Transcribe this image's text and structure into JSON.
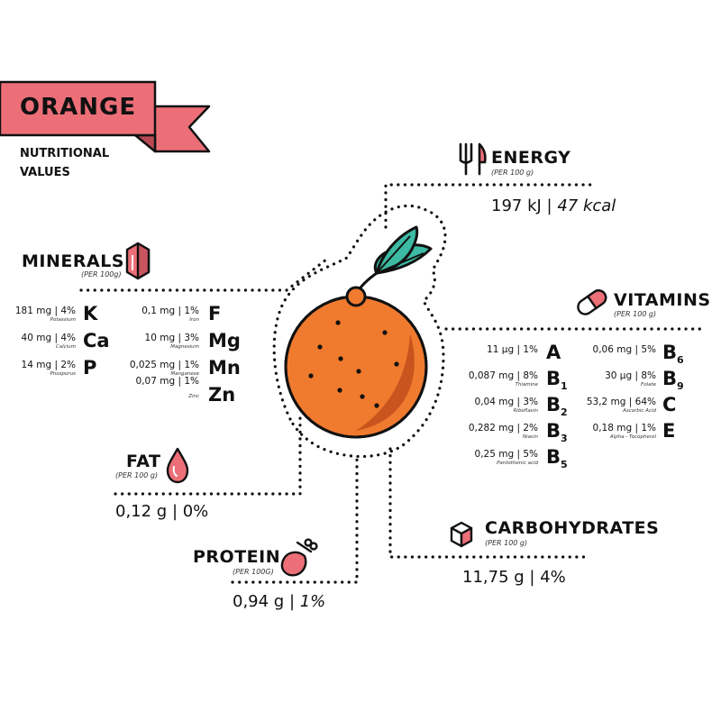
{
  "title": "ORANGE",
  "subtitle": "NUTRITIONAL VALUES",
  "colors": {
    "banner": "#ec6f78",
    "orange": "#f07a2e",
    "leaf": "#3dbaa3",
    "icon": "#ec6f78"
  },
  "energy": {
    "heading": "ENERGY",
    "per": "(PER 100 g)",
    "value_kj": "197 kJ | ",
    "value_kcal": "47 kcal",
    "icon": "fork-knife-icon"
  },
  "minerals": {
    "heading": "MINERALS",
    "per": "(PER 100g)",
    "icon": "crystal-icon",
    "items": [
      {
        "value": "181 mg | 4%",
        "name": "Potassium",
        "symbol": "K"
      },
      {
        "value": "40 mg | 4%",
        "name": "Calcium",
        "symbol": "Ca"
      },
      {
        "value": "14 mg | 2%",
        "name": "Phosporus",
        "symbol": "P"
      },
      {
        "value": "0,1 mg | 1%",
        "name": "Iron",
        "symbol": "F"
      },
      {
        "value": "10 mg | 3%",
        "name": "Magnesium",
        "symbol": "Mg"
      },
      {
        "value": "0,025 mg | 1%",
        "name": "Manganese",
        "symbol": "Mn"
      },
      {
        "value": "0,07 mg | 1%",
        "name": "Zinc",
        "symbol": "Zn"
      }
    ]
  },
  "vitamins": {
    "heading": "VITAMINS",
    "per": "(PER 100 g)",
    "icon": "pill-icon",
    "items": [
      {
        "value": "11 µg | 1%",
        "name": "",
        "symbol": "A",
        "sub": ""
      },
      {
        "value": "0,087 mg | 8%",
        "name": "Thiamine",
        "symbol": "B",
        "sub": "1"
      },
      {
        "value": "0,04 mg | 3%",
        "name": "Riboflavin",
        "symbol": "B",
        "sub": "2"
      },
      {
        "value": "0,282 mg | 2%",
        "name": "Niacin",
        "symbol": "B",
        "sub": "3"
      },
      {
        "value": "0,25 mg | 5%",
        "name": "Pantothenic acid",
        "symbol": "B",
        "sub": "5"
      },
      {
        "value": "0,06 mg | 5%",
        "name": "",
        "symbol": "B",
        "sub": "6"
      },
      {
        "value": "30 µg | 8%",
        "name": "Folate",
        "symbol": "B",
        "sub": "9"
      },
      {
        "value": "53,2 mg | 64%",
        "name": "Ascorbic Acid",
        "symbol": "C",
        "sub": ""
      },
      {
        "value": "0,18 mg | 1%",
        "name": "Alpha - Tocopherol",
        "symbol": "E",
        "sub": ""
      }
    ]
  },
  "fat": {
    "heading": "FAT",
    "per": "(PER 100 g)",
    "value": "0,12 g | 0%",
    "icon": "drop-icon"
  },
  "protein": {
    "heading": "PROTEIN",
    "per": "(PER 100G)",
    "value_g": "0,94 g | ",
    "value_pct": "1%",
    "icon": "drumstick-icon"
  },
  "carbohydrates": {
    "heading": "CARBOHYDRATES",
    "per": "(PER 100 g)",
    "value": "11,75 g | 4%",
    "icon": "sugar-cube-icon"
  }
}
